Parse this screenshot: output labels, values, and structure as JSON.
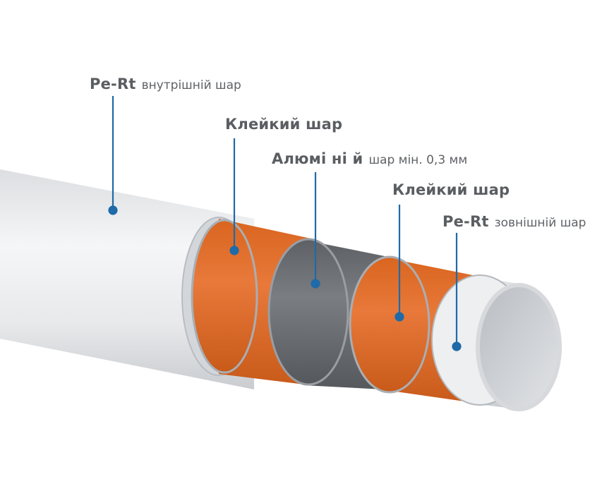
{
  "labels": [
    {
      "bold": "Pe-Rt",
      "thin": "внутрішній шар"
    },
    {
      "bold": "Клейкий шар",
      "thin": ""
    },
    {
      "bold": "Алюмі ні й",
      "thin": "шар мін. 0,3 мм"
    },
    {
      "bold": "Клейкий шар",
      "thin": ""
    },
    {
      "bold": "Pe-Rt",
      "thin": "зовнішній шар"
    }
  ],
  "colors": {
    "outer_white": "#e9eaec",
    "adhesive_orange": "#e06e2c",
    "aluminium_grey": "#6b6e72",
    "inner_white": "#eeeff1",
    "pointer_blue": "#1f6aa8",
    "label_text": "#5a5d61"
  }
}
